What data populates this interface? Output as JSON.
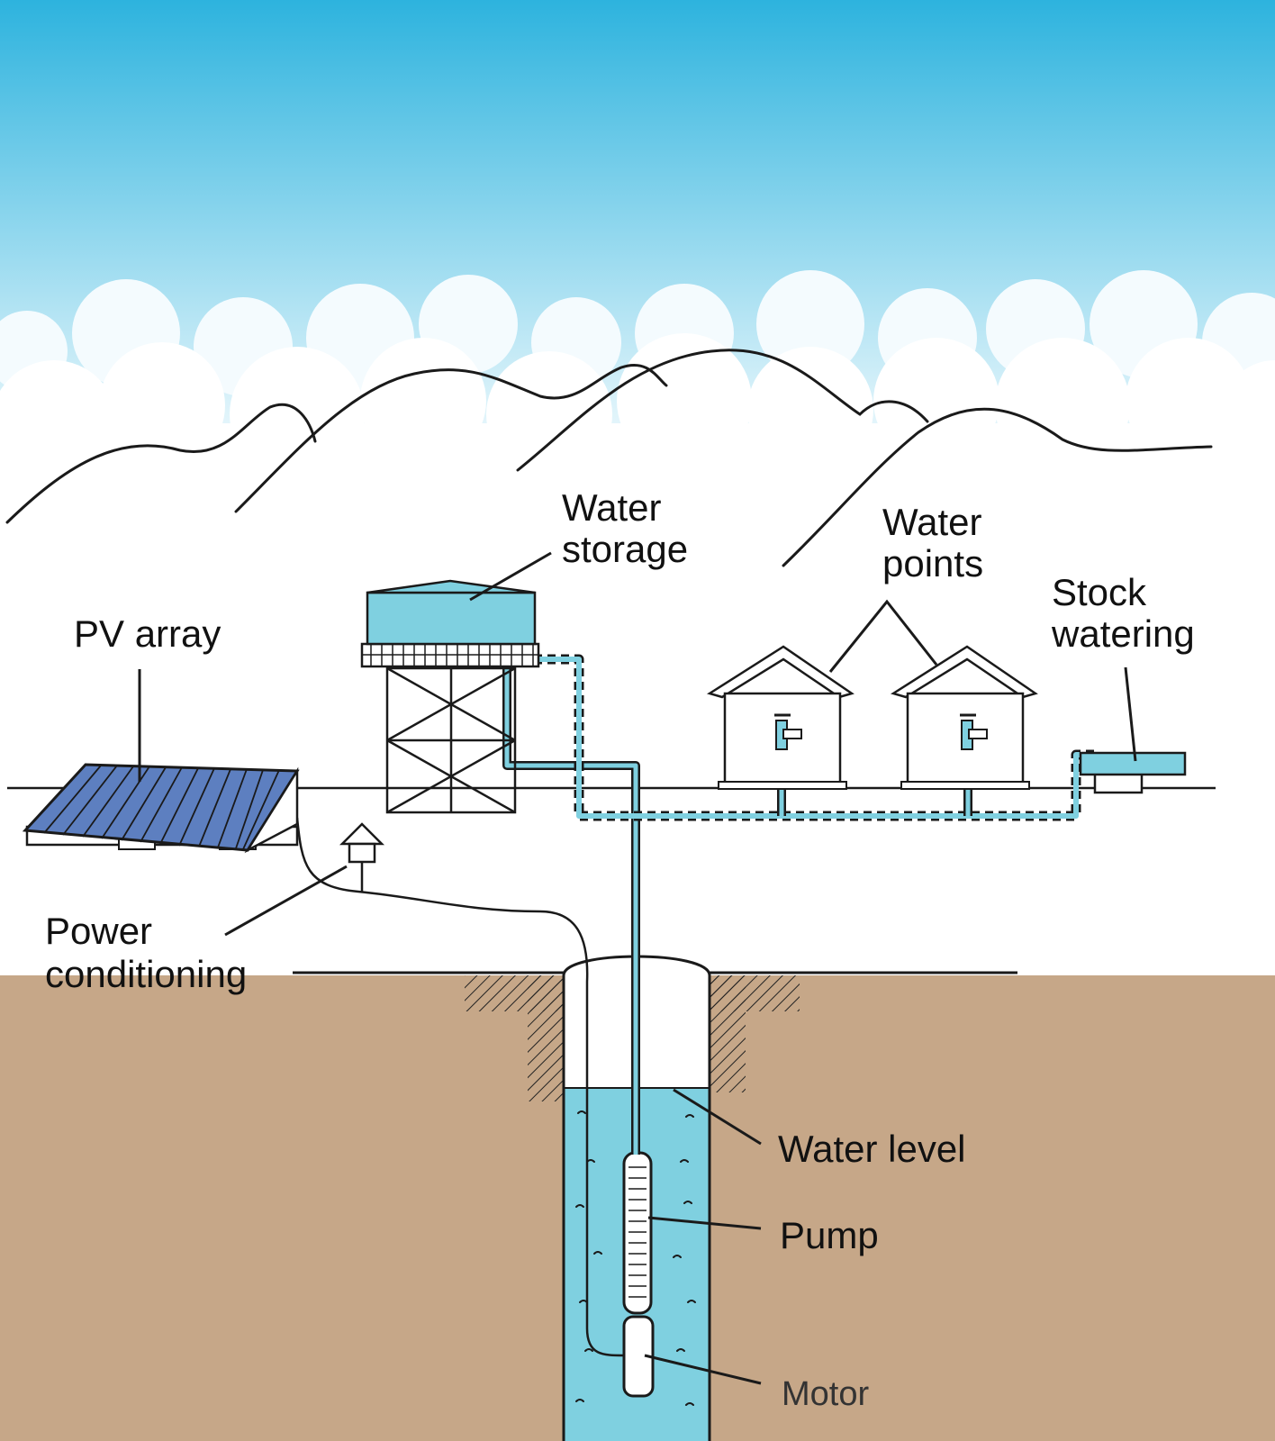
{
  "diagram": {
    "labels": {
      "water_storage": [
        "Water",
        "storage"
      ],
      "water_points": [
        "Water",
        "points"
      ],
      "stock_watering": [
        "Stock",
        "watering"
      ],
      "pv_array": "PV array",
      "power_conditioning": [
        "Power",
        "conditioning"
      ],
      "water_level": "Water level",
      "pump": "Pump",
      "motor": "Motor"
    },
    "colors": {
      "sky_top": "#2db3de",
      "sky_bottom": "#d9f1fa",
      "ground": "#c6a788",
      "water": "#7fd0e0",
      "panel": "#5d7fc0",
      "line": "#1a1a1a"
    }
  }
}
